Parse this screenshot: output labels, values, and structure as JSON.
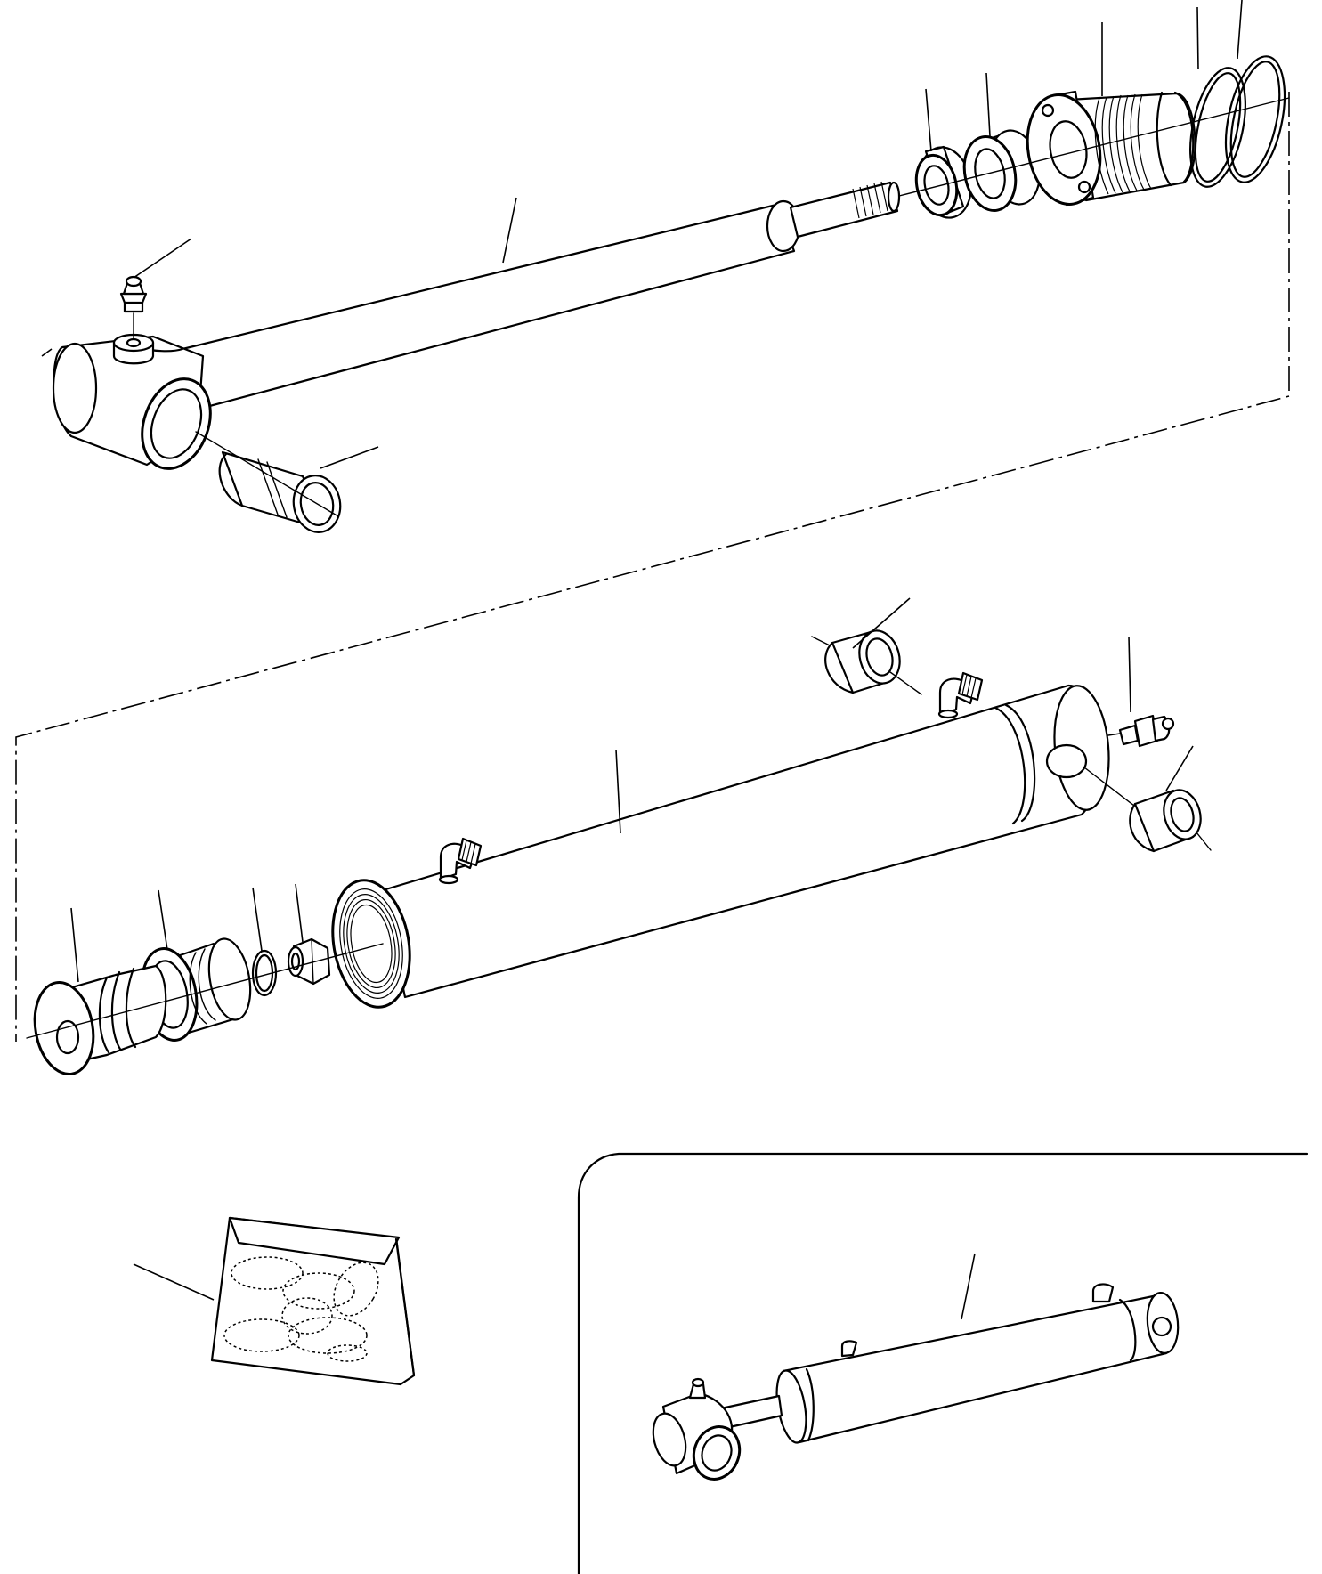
{
  "diagram": {
    "kind": "exploded-parts-view",
    "subject": "hydraulic-cylinder",
    "ink_color": "#000000",
    "paper_color": "#ffffff",
    "sections": [
      {
        "name": "piston-rod-assembly",
        "icons": [
          "grease-nipple-icon",
          "rod-eye-icon",
          "bushing-icon",
          "piston-rod-icon",
          "wiper-seal-icon",
          "rod-seal-icon",
          "gland-head-icon",
          "o-ring-icon",
          "backup-ring-icon"
        ]
      },
      {
        "name": "barrel-assembly",
        "icons": [
          "piston-icon",
          "piston-seal-icon",
          "snap-ring-icon",
          "nut-icon",
          "barrel-icon",
          "hose-port-icon",
          "grease-nipple-icon",
          "bushing-icon"
        ]
      },
      {
        "name": "seal-kit",
        "icons": [
          "seal-kit-bag-icon"
        ]
      },
      {
        "name": "complete-cylinder-inset",
        "icons": [
          "complete-cylinder-icon"
        ]
      }
    ]
  }
}
